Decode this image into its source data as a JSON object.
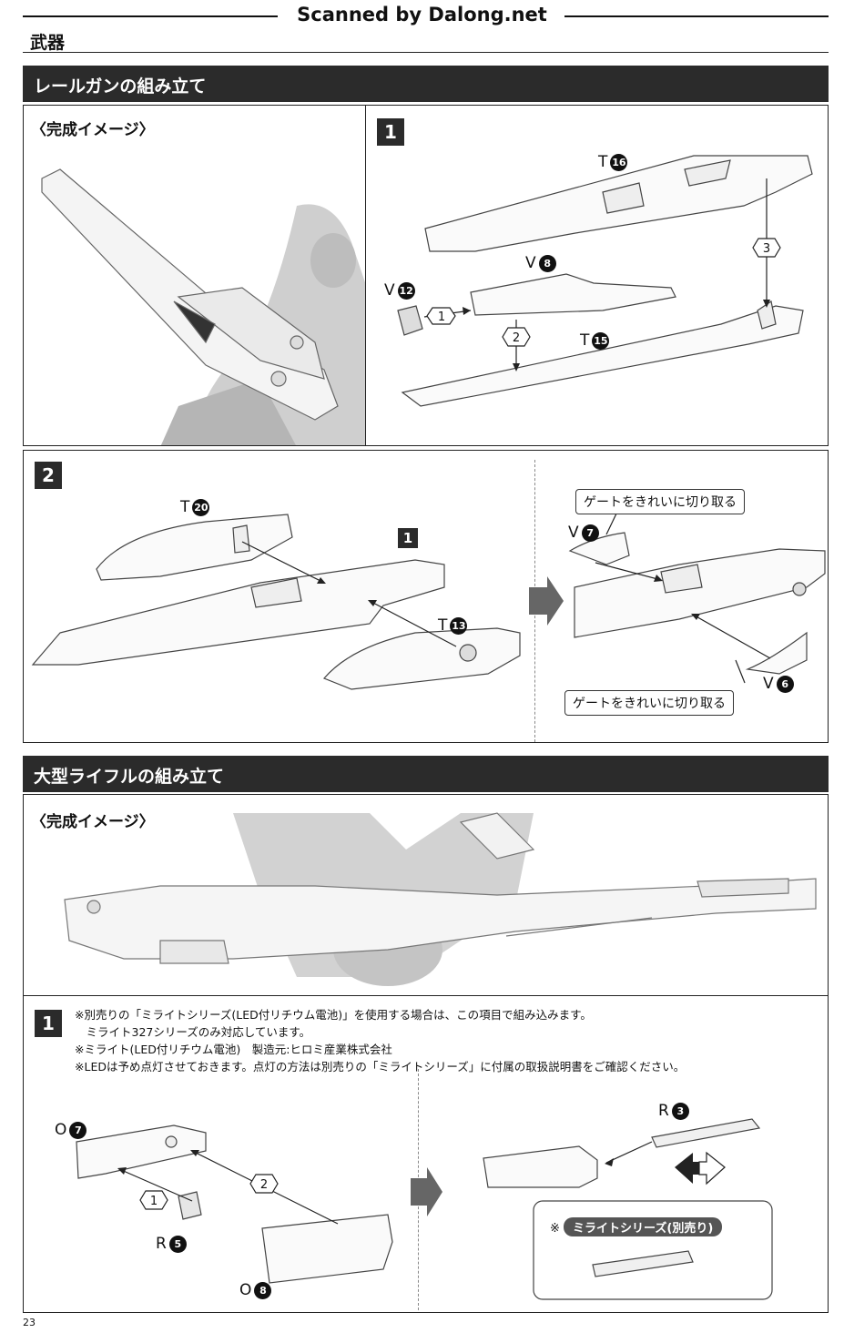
{
  "watermark": "Scanned by Dalong.net",
  "section_title": "武器",
  "railgun": {
    "header": "レールガンの組み立て",
    "preview_caption": "〈完成イメージ〉",
    "step1": {
      "number": "1",
      "parts": {
        "t16": {
          "letter": "T",
          "num": "16"
        },
        "v8": {
          "letter": "V",
          "num": "8"
        },
        "v12": {
          "letter": "V",
          "num": "12"
        },
        "t15": {
          "letter": "T",
          "num": "15"
        }
      },
      "arrows": [
        "1",
        "2",
        "3"
      ]
    },
    "step2": {
      "number": "2",
      "ref_step": "1",
      "parts": {
        "t20": {
          "letter": "T",
          "num": "20"
        },
        "t13": {
          "letter": "T",
          "num": "13"
        },
        "v7": {
          "letter": "V",
          "num": "7"
        },
        "v6": {
          "letter": "V",
          "num": "6"
        }
      },
      "callout_top": "ゲートをきれいに切り取る",
      "callout_bottom": "ゲートをきれいに切り取る"
    }
  },
  "rifle": {
    "header": "大型ライフルの組み立て",
    "preview_caption": "〈完成イメージ〉",
    "step1": {
      "number": "1",
      "notes": [
        "※別売りの「ミライトシリーズ(LED付リチウム電池)」を使用する場合は、この項目で組み込みます。",
        "　ミライト327シリーズのみ対応しています。",
        "※ミライト(LED付リチウム電池)　製造元:ヒロミ産業株式会社",
        "※LEDは予め点灯させておきます。点灯の方法は別売りの「ミライトシリーズ」に付属の取扱説明書をご確認ください。"
      ],
      "parts": {
        "o7": {
          "letter": "O",
          "num": "7"
        },
        "r5": {
          "letter": "R",
          "num": "5"
        },
        "o8": {
          "letter": "O",
          "num": "8"
        },
        "r3": {
          "letter": "R",
          "num": "3"
        }
      },
      "arrows": [
        "1",
        "2"
      ],
      "mirai_prefix": "※",
      "mirai_label": "ミライトシリーズ(別売り)"
    }
  },
  "page_number": "23"
}
